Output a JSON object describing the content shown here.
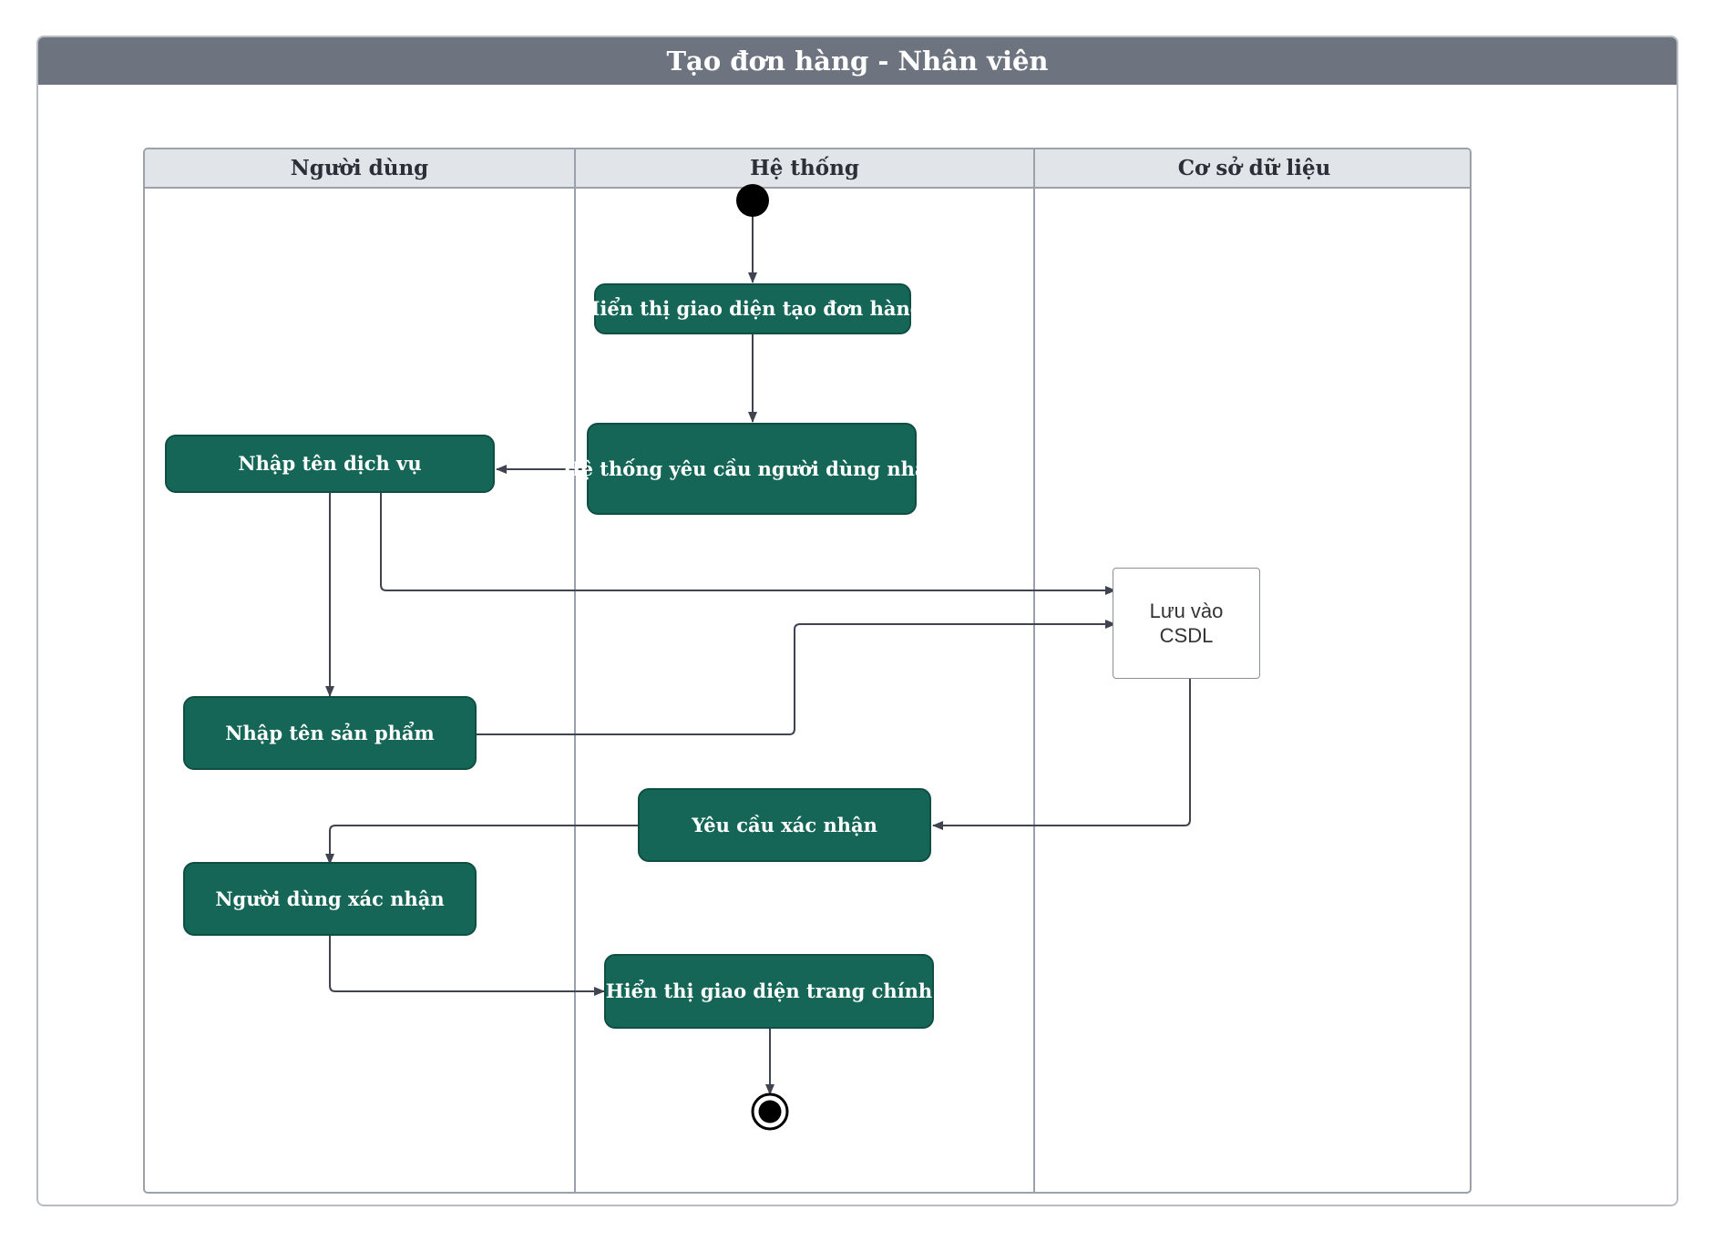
{
  "diagram": {
    "title": "Tạo đơn hàng - Nhân viên",
    "lanes": [
      {
        "label": "Người dùng"
      },
      {
        "label": "Hệ thống"
      },
      {
        "label": "Cơ sở dữ liệu"
      }
    ],
    "nodes": {
      "show_create_ui": "Hiển thị giao diện tạo đơn hàng",
      "system_request_input": "Hệ thống yêu cầu người dùng nhập",
      "enter_service_name": "Nhập tên dịch vụ",
      "enter_product_name": "Nhập tên sản phẩm",
      "save_to_db": "Lưu vào CSDL",
      "request_confirm": "Yêu cầu xác nhận",
      "user_confirm": "Người dùng xác nhận",
      "show_main_ui": "Hiển thị giao diện trang chính"
    }
  },
  "colors": {
    "title_bar": "#6d7480",
    "lane_header": "#e1e4e9",
    "action_fill": "#156657",
    "connector": "#3f4450"
  }
}
